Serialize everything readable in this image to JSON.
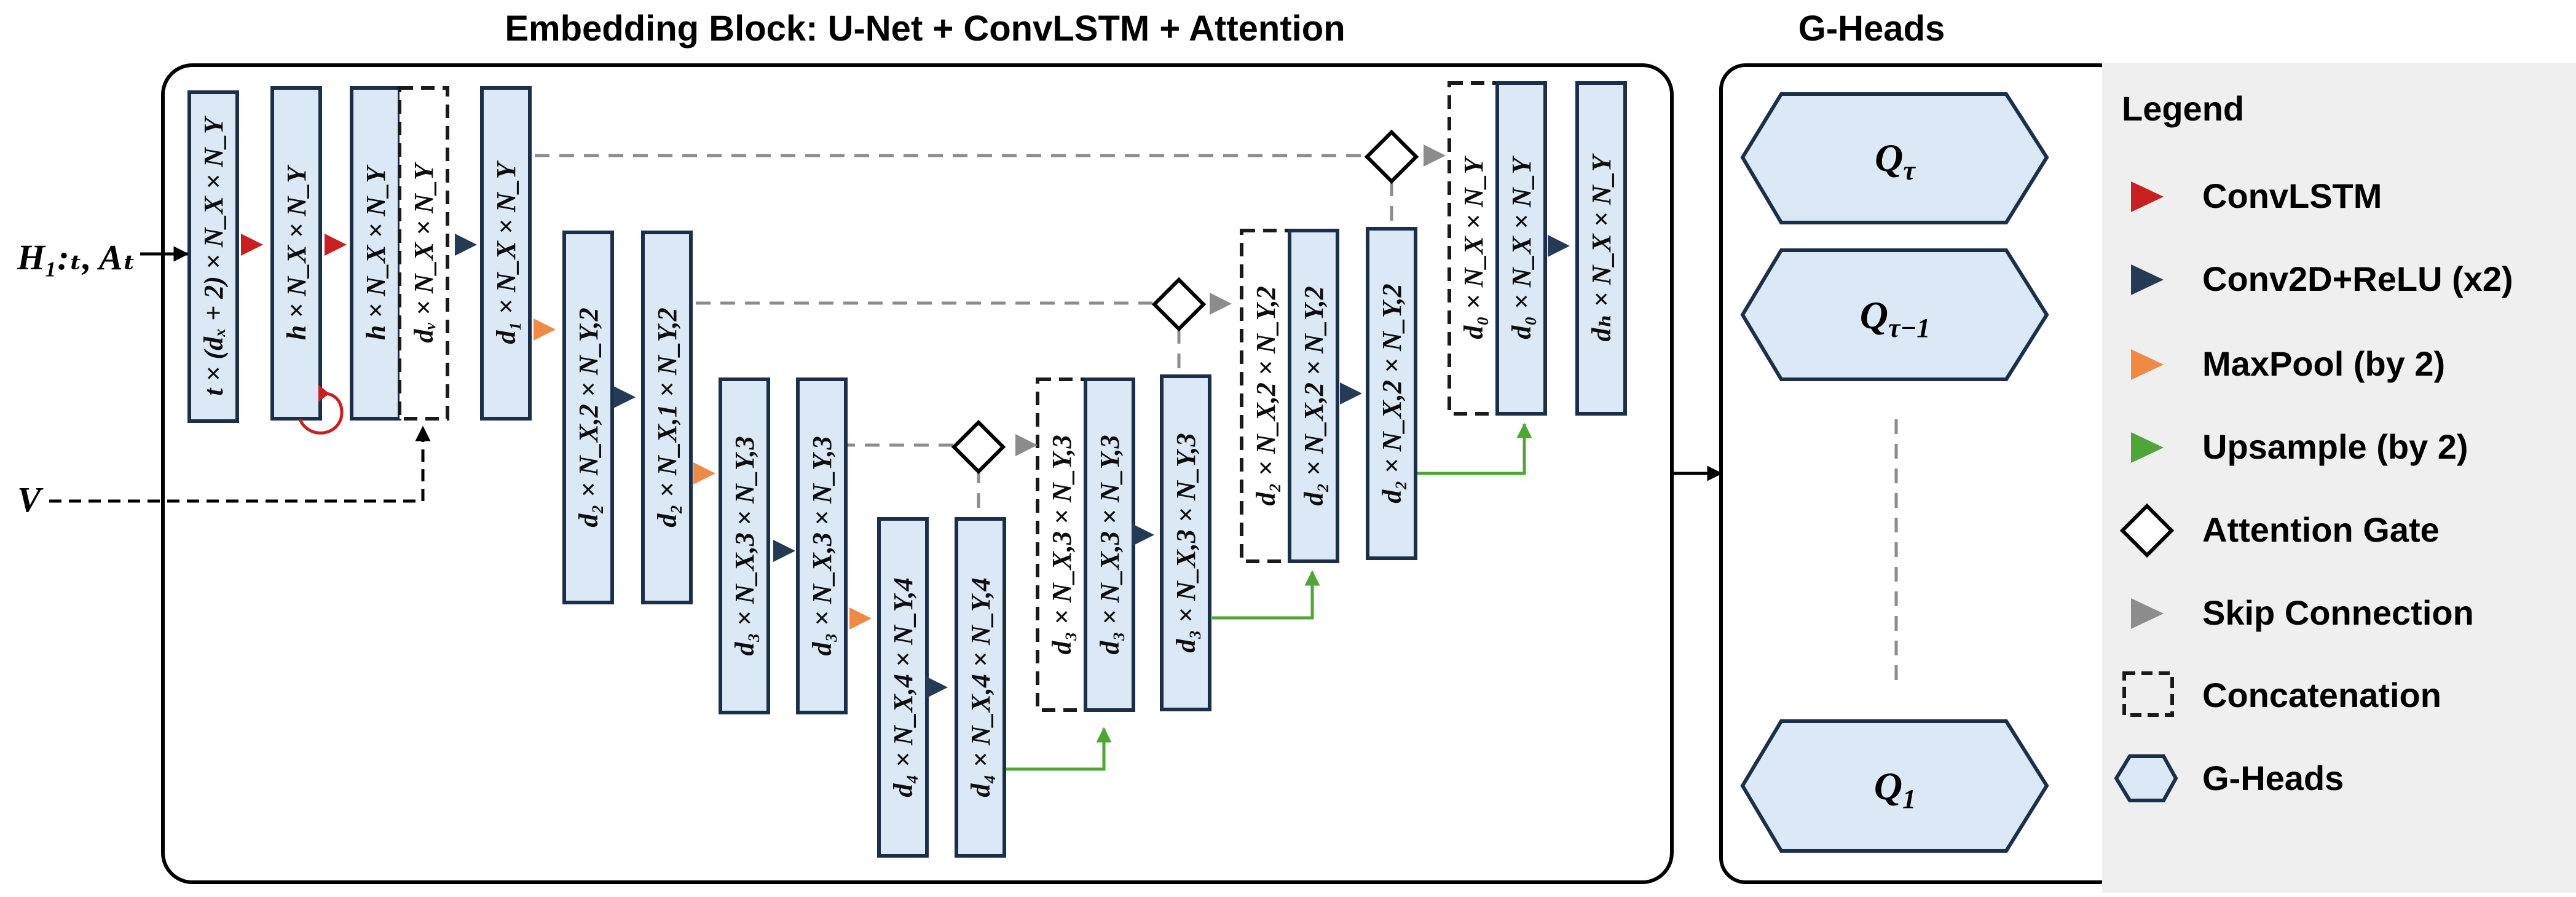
{
  "titles": {
    "embedding": "Embedding Block: U-Net + ConvLSTM + Attention",
    "gheads": "G-Heads"
  },
  "inputs": {
    "history": "H₁:ₜ, Aₜ",
    "v": "V"
  },
  "blocks": [
    {
      "id": "b1",
      "text": "t × (dₓ + 2) × N_X × N_Y",
      "style": "solid"
    },
    {
      "id": "b2",
      "text": "h × N_X × N_Y",
      "style": "solid"
    },
    {
      "id": "b3",
      "text": "h × N_X × N_Y",
      "style": "solid"
    },
    {
      "id": "b3c",
      "text": "dᵥ × N_X × N_Y",
      "style": "dashed"
    },
    {
      "id": "b4",
      "text": "d₁ × N_X × N_Y",
      "style": "solid"
    },
    {
      "id": "b5",
      "text": "d₂ × N_X,2 × N_Y,2",
      "style": "solid"
    },
    {
      "id": "b6",
      "text": "d₂ × N_X,1 × N_Y,2",
      "style": "solid"
    },
    {
      "id": "b7",
      "text": "d₃ × N_X,3 × N_Y,3",
      "style": "solid"
    },
    {
      "id": "b8",
      "text": "d₃ × N_X,3 × N_Y,3",
      "style": "solid"
    },
    {
      "id": "b9",
      "text": "d₄ × N_X,4 × N_Y,4",
      "style": "solid"
    },
    {
      "id": "b10",
      "text": "d₄ × N_X,4 × N_Y,4",
      "style": "solid"
    },
    {
      "id": "b11c",
      "text": "d₃ × N_X,3 × N_Y,3",
      "style": "dashed"
    },
    {
      "id": "b11",
      "text": "d₃ × N_X,3 × N_Y,3",
      "style": "solid"
    },
    {
      "id": "b12",
      "text": "d₃ × N_X,3 × N_Y,3",
      "style": "solid"
    },
    {
      "id": "b13c",
      "text": "d₂ × N_X,2 × N_Y,2",
      "style": "dashed"
    },
    {
      "id": "b13",
      "text": "d₂ × N_X,2 × N_Y,2",
      "style": "solid"
    },
    {
      "id": "b14",
      "text": "d₂ × N_X,2 × N_Y,2",
      "style": "solid"
    },
    {
      "id": "b15c",
      "text": "d₀ × N_X × N_Y",
      "style": "dashed"
    },
    {
      "id": "b15",
      "text": "d₀ × N_X × N_Y",
      "style": "solid"
    },
    {
      "id": "b16",
      "text": "dₕ × N_X × N_Y",
      "style": "solid"
    }
  ],
  "heads": [
    {
      "id": "q_tau",
      "text": "Q_τ"
    },
    {
      "id": "q_tau_minus_1",
      "text": "Q_τ−1"
    },
    {
      "id": "q_1",
      "text": "Q_1"
    }
  ],
  "legend": {
    "title": "Legend",
    "items": [
      {
        "label": "ConvLSTM",
        "color": "#c8201f"
      },
      {
        "label": "Conv2D+ReLU (x2)",
        "color": "#243a55"
      },
      {
        "label": "MaxPool (by 2)",
        "color": "#ef8a45"
      },
      {
        "label": "Upsample (by 2)",
        "color": "#4da636"
      },
      {
        "label": "Attention Gate",
        "color": "#000000"
      },
      {
        "label": "Skip Connection",
        "color": "#8c8c8c"
      },
      {
        "label": "Concatenation",
        "color": "#1a1a1a"
      },
      {
        "label": "G-Heads",
        "color": "#dbe8f6"
      }
    ]
  }
}
